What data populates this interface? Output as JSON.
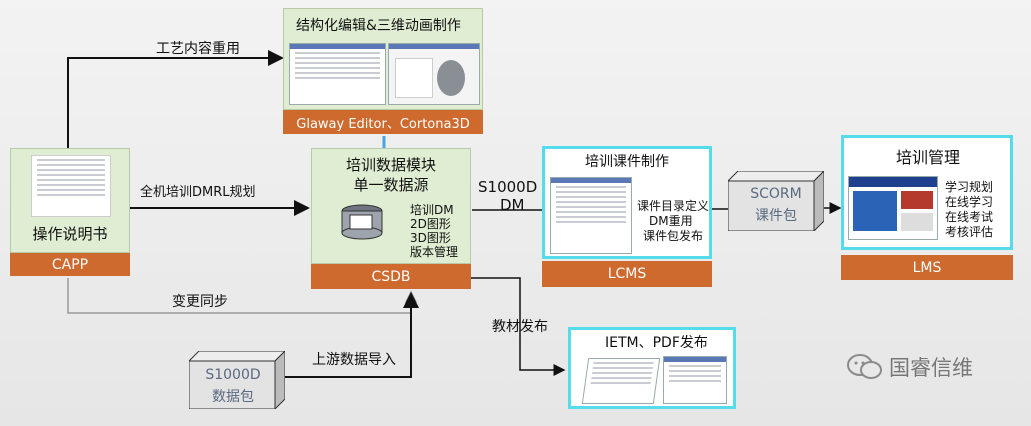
{
  "brand": {
    "name": "国睿信维"
  },
  "nodes": {
    "capp": {
      "title": "操作说明书",
      "footer": "CAPP"
    },
    "editor": {
      "title": "结构化编辑&三维动画制作",
      "footer": "Glaway Editor、Cortona3D"
    },
    "csdb": {
      "title_line1": "培训数据模块",
      "title_line2": "单一数据源",
      "items": [
        "培训DM",
        "2D图形",
        "3D图形",
        "版本管理"
      ],
      "footer": "CSDB"
    },
    "lcms": {
      "title": "培训课件制作",
      "items": [
        "课件目录定义",
        "DM重用",
        "课件包发布"
      ],
      "footer": "LCMS"
    },
    "scorm": {
      "line1": "SCORM",
      "line2": "课件包"
    },
    "lms": {
      "title": "培训管理",
      "items": [
        "学习规划",
        "在线学习",
        "在线考试",
        "考核评估"
      ],
      "footer": "LMS"
    },
    "ietm": {
      "title": "IETM、PDF发布"
    },
    "s1000d_pkg": {
      "line1": "S1000D",
      "line2": "数据包"
    }
  },
  "edges": {
    "reuse": "工艺内容重用",
    "dmrl": "全机培训DMRL规划",
    "sync": "变更同步",
    "dm_line1": "S1000D",
    "dm_line2": "DM",
    "publish": "教材发布",
    "import": "上游数据导入"
  },
  "colors": {
    "accent": "#cf6a2f",
    "panel": "#dfedd2",
    "highlight": "#54dceb"
  },
  "icons": [
    "database-icon",
    "wechat-icon"
  ]
}
